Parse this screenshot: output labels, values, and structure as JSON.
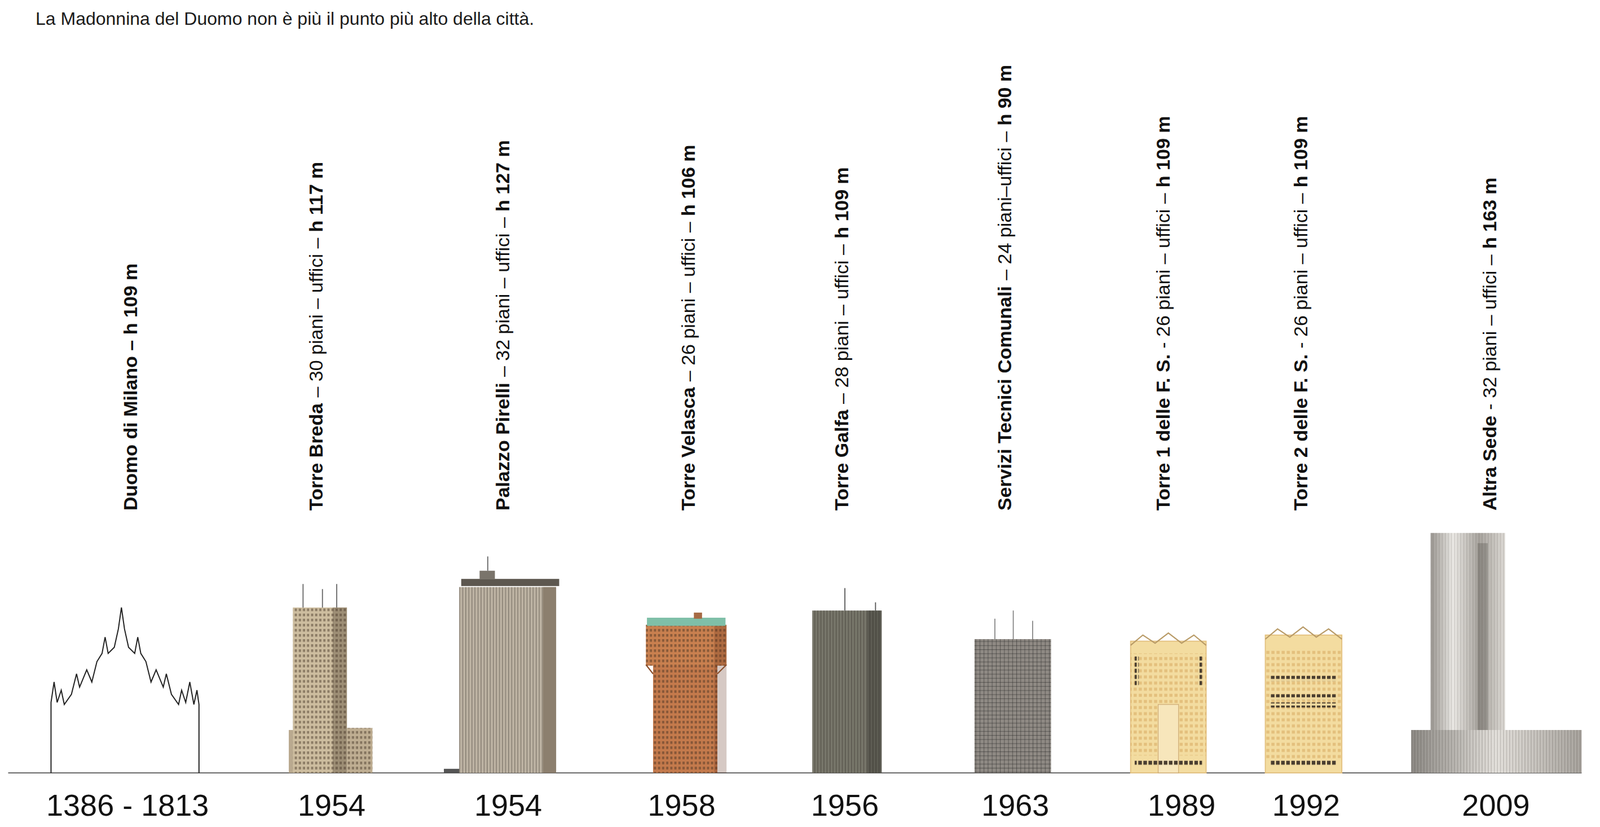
{
  "diagram": {
    "title": "La Madonnina del Duomo non è più il punto più alto della città.",
    "labels": [
      "Duomo di Milano – h 109 m",
      "1386 - 1813",
      "Torre Breda",
      "– 30 piani – uffici –",
      "h 117 m",
      "1954",
      "Palazzo Pirelli",
      "– 32 piani – uffici –",
      "h 127 m",
      "1954",
      "Torre Velasca",
      "– 26 piani – uffici –",
      "h 106 m",
      "1958",
      "Torre Galfa",
      "– 28 piani – uffici –",
      "h 109 m",
      "1956",
      "Servizi Tecnici Comunali",
      "– 24 piani–uffici –",
      "h 90 m",
      "1963",
      "Torre 1 delle F. S.",
      "- 26 piani – uffici –",
      "h 109 m",
      "1989",
      "Torre 2 delle F. S.",
      "- 26 piani – uffici –",
      "h 109 m",
      "1992",
      "Altra Sede",
      "- 32 piani – uffici –",
      "h 163 m",
      "2009"
    ]
  }
}
